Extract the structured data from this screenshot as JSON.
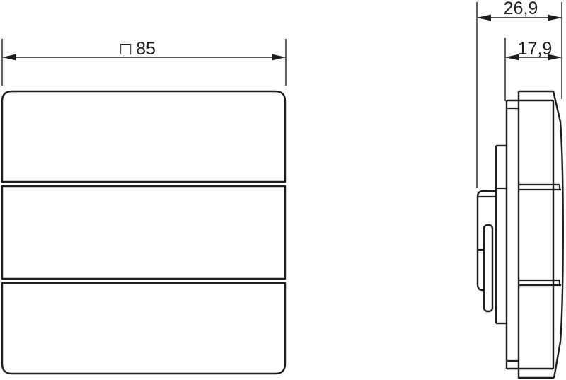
{
  "page": {
    "background_color": "#ffffff",
    "line_color": "#1d1d1b"
  },
  "views": {
    "front": {
      "title": "front-view-of-square-pushbutton",
      "rocker_count": 3,
      "dimension": {
        "label": "□ 85"
      }
    },
    "side": {
      "title": "side-profile-view",
      "dimensions": {
        "overall_depth": {
          "label": "26,9"
        },
        "front_depth": {
          "label": "17,9"
        }
      }
    }
  }
}
